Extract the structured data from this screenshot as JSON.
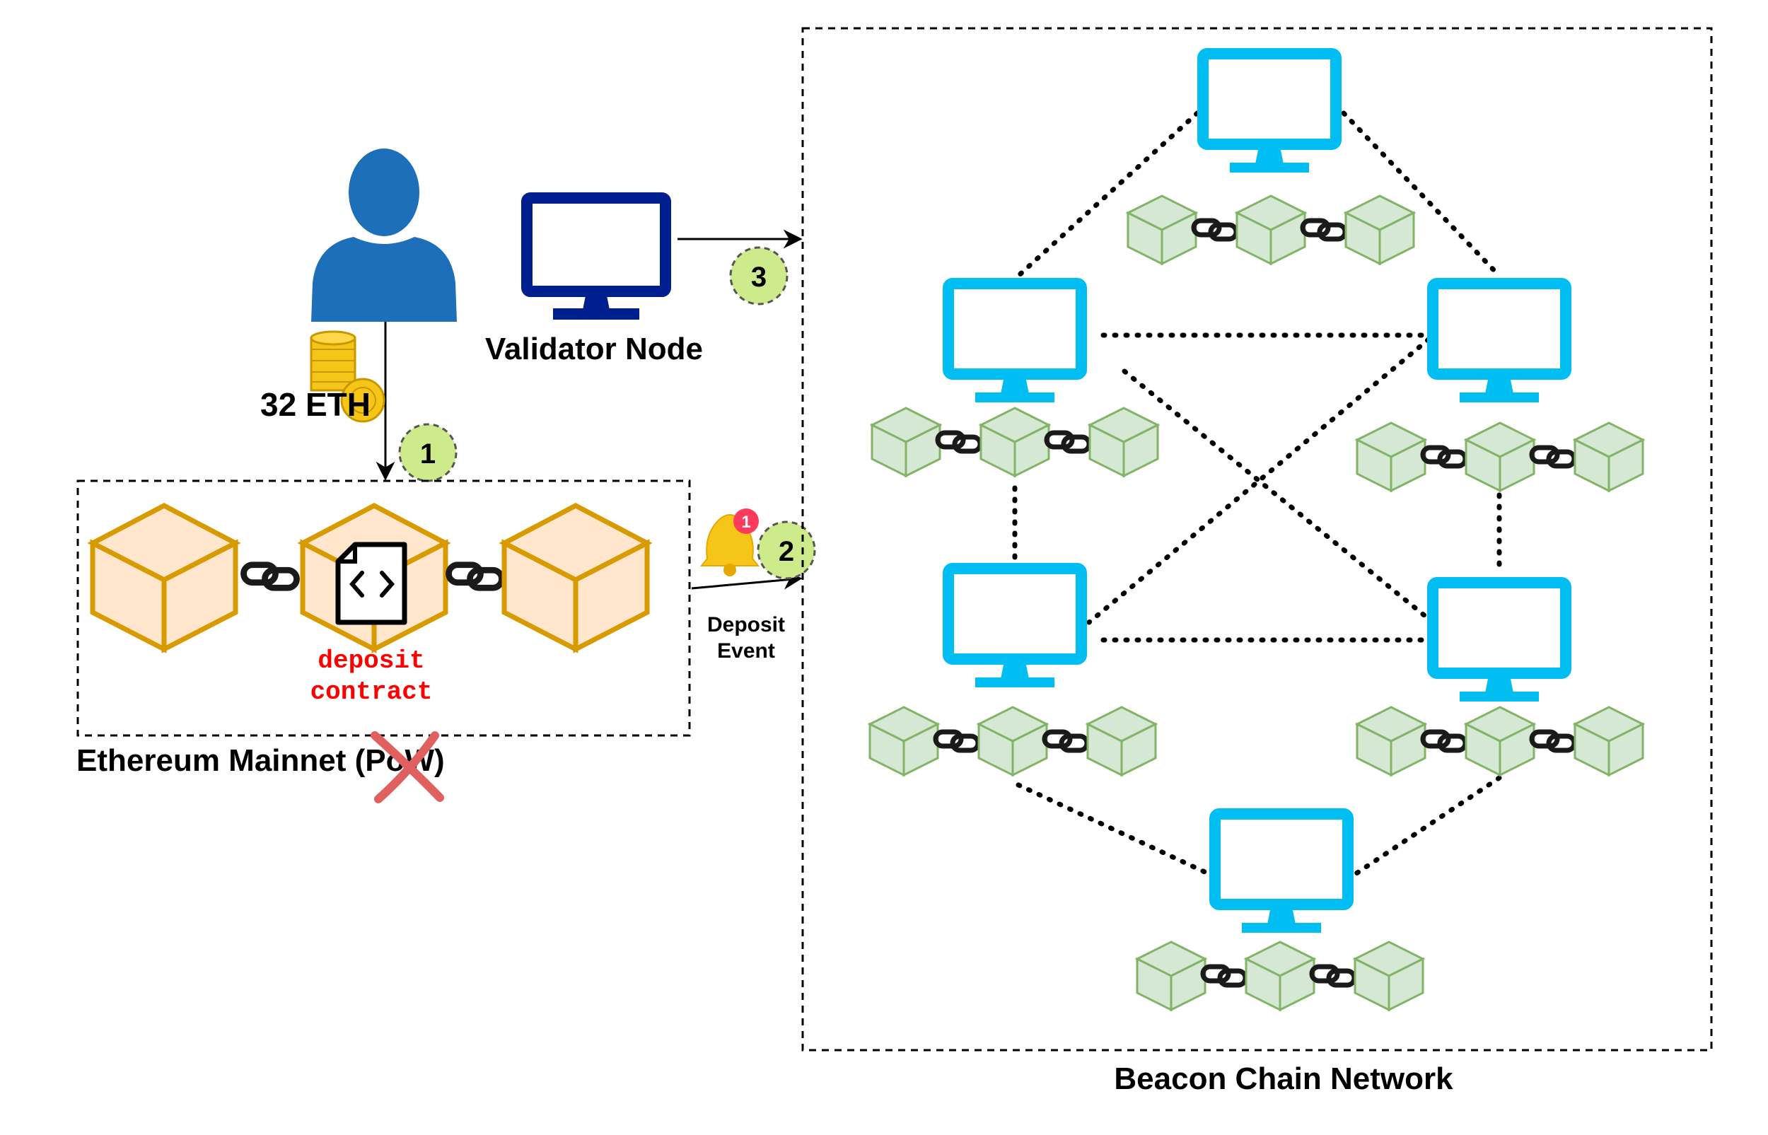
{
  "user": {
    "amount": "32 ETH"
  },
  "validator": {
    "label": "Validator Node"
  },
  "mainnet": {
    "contract_line1": "deposit",
    "contract_line2": "contract",
    "caption": "Ethereum Mainnet (PoW)"
  },
  "deposit_event": {
    "line1": "Deposit",
    "line2": "Event",
    "notification_count": "1"
  },
  "steps": [
    "1",
    "2",
    "3"
  ],
  "beacon": {
    "caption": "Beacon Chain Network"
  },
  "colors": {
    "gold": "#d79b00",
    "gold_fill": "#ffe6cc",
    "cyan": "#00bef2",
    "navy": "#001f8f",
    "green_stroke": "#82b366",
    "green_fill": "#d5e8d4",
    "step_fill": "#cdeb8b",
    "red": "#ff0000",
    "person": "#1e6fba"
  }
}
